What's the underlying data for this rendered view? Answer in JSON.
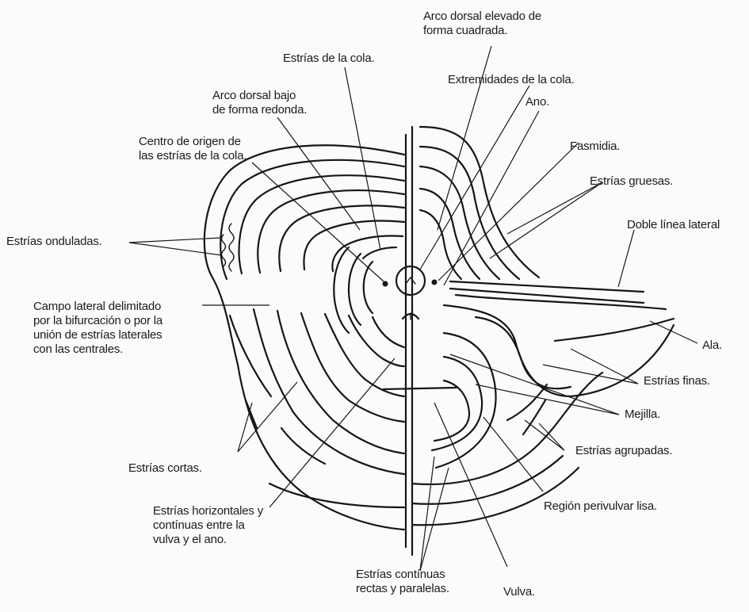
{
  "diagram": {
    "labels": {
      "arco_cuadrado": "Arco dorsal elevado de\nforma cuadrada.",
      "estrias_cola": "Estrías de la cola.",
      "extremidades_cola": "Extremidades de la cola.",
      "arco_redondo": "Arco dorsal bajo\nde forma redonda.",
      "ano": "Ano.",
      "centro_origen": "Centro de origen de\nlas estrías de la cola.",
      "fasmidia": "Fasmidia.",
      "estrias_gruesas": "Estrías gruesas.",
      "estrias_onduladas": "Estrías onduladas.",
      "doble_linea_lateral": "Doble línea lateral",
      "campo_lateral": "Campo lateral delimitado\npor la bifurcación o por la\nunión de estrías laterales\ncon las centrales.",
      "ala": "Ala.",
      "estrias_finas": "Estrías finas.",
      "mejilla": "Mejilla.",
      "estrias_agrupadas": "Estrías agrupadas.",
      "estrias_cortas": "Estrías cortas.",
      "region_perivulvar": "Región perivulvar lisa.",
      "estrias_horizontales": "Estrías horizontales y\ncontínuas entre la\nvulva y el ano.",
      "estrias_continuas": "Estrías contínuas\nrectas y paralelas.",
      "vulva": "Vulva."
    }
  }
}
